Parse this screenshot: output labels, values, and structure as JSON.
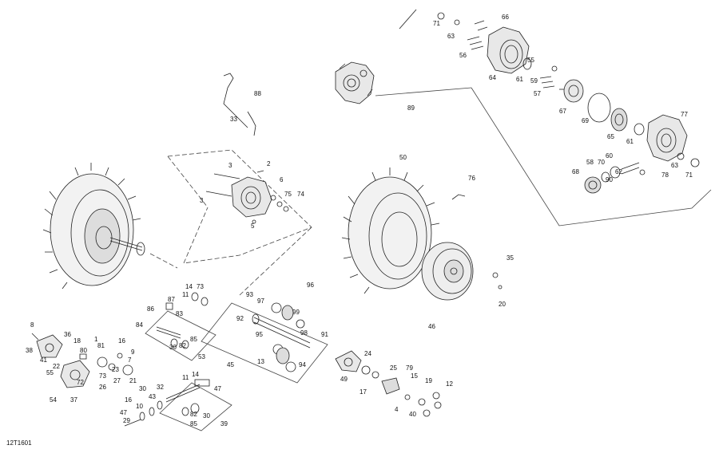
{
  "drawing_ref": "12T1601",
  "callouts": [
    {
      "label": "66"
    },
    {
      "label": "71"
    },
    {
      "label": "63"
    },
    {
      "label": "56"
    },
    {
      "label": "64"
    },
    {
      "label": "55"
    },
    {
      "label": "61"
    },
    {
      "label": "59"
    },
    {
      "label": "57"
    },
    {
      "label": "67"
    },
    {
      "label": "69"
    },
    {
      "label": "65"
    },
    {
      "label": "77"
    },
    {
      "label": "61"
    },
    {
      "label": "89"
    },
    {
      "label": "88"
    },
    {
      "label": "33"
    },
    {
      "label": "2"
    },
    {
      "label": "3"
    },
    {
      "label": "6"
    },
    {
      "label": "75"
    },
    {
      "label": "74"
    },
    {
      "label": "3"
    },
    {
      "label": "5"
    },
    {
      "label": "50"
    },
    {
      "label": "76"
    },
    {
      "label": "58"
    },
    {
      "label": "70"
    },
    {
      "label": "60"
    },
    {
      "label": "62"
    },
    {
      "label": "90"
    },
    {
      "label": "68"
    },
    {
      "label": "63"
    },
    {
      "label": "78"
    },
    {
      "label": "71"
    },
    {
      "label": "35"
    },
    {
      "label": "20"
    },
    {
      "label": "46"
    },
    {
      "label": "14"
    },
    {
      "label": "73"
    },
    {
      "label": "11"
    },
    {
      "label": "87"
    },
    {
      "label": "86"
    },
    {
      "label": "83"
    },
    {
      "label": "84"
    },
    {
      "label": "85"
    },
    {
      "label": "82"
    },
    {
      "label": "30"
    },
    {
      "label": "53"
    },
    {
      "label": "93"
    },
    {
      "label": "97"
    },
    {
      "label": "96"
    },
    {
      "label": "92"
    },
    {
      "label": "99"
    },
    {
      "label": "98"
    },
    {
      "label": "91"
    },
    {
      "label": "95"
    },
    {
      "label": "13"
    },
    {
      "label": "94"
    },
    {
      "label": "45"
    },
    {
      "label": "8"
    },
    {
      "label": "36"
    },
    {
      "label": "38"
    },
    {
      "label": "18"
    },
    {
      "label": "1"
    },
    {
      "label": "16"
    },
    {
      "label": "9"
    },
    {
      "label": "41"
    },
    {
      "label": "80"
    },
    {
      "label": "81"
    },
    {
      "label": "22"
    },
    {
      "label": "23"
    },
    {
      "label": "7"
    },
    {
      "label": "55"
    },
    {
      "label": "73"
    },
    {
      "label": "21"
    },
    {
      "label": "72"
    },
    {
      "label": "26"
    },
    {
      "label": "27"
    },
    {
      "label": "54"
    },
    {
      "label": "37"
    },
    {
      "label": "16"
    },
    {
      "label": "30"
    },
    {
      "label": "32"
    },
    {
      "label": "11"
    },
    {
      "label": "14"
    },
    {
      "label": "47"
    },
    {
      "label": "10"
    },
    {
      "label": "43"
    },
    {
      "label": "47"
    },
    {
      "label": "29"
    },
    {
      "label": "30"
    },
    {
      "label": "85"
    },
    {
      "label": "82"
    },
    {
      "label": "39"
    },
    {
      "label": "24"
    },
    {
      "label": "25"
    },
    {
      "label": "79"
    },
    {
      "label": "49"
    },
    {
      "label": "17"
    },
    {
      "label": "15"
    },
    {
      "label": "19"
    },
    {
      "label": "12"
    },
    {
      "label": "4"
    },
    {
      "label": "40"
    }
  ]
}
